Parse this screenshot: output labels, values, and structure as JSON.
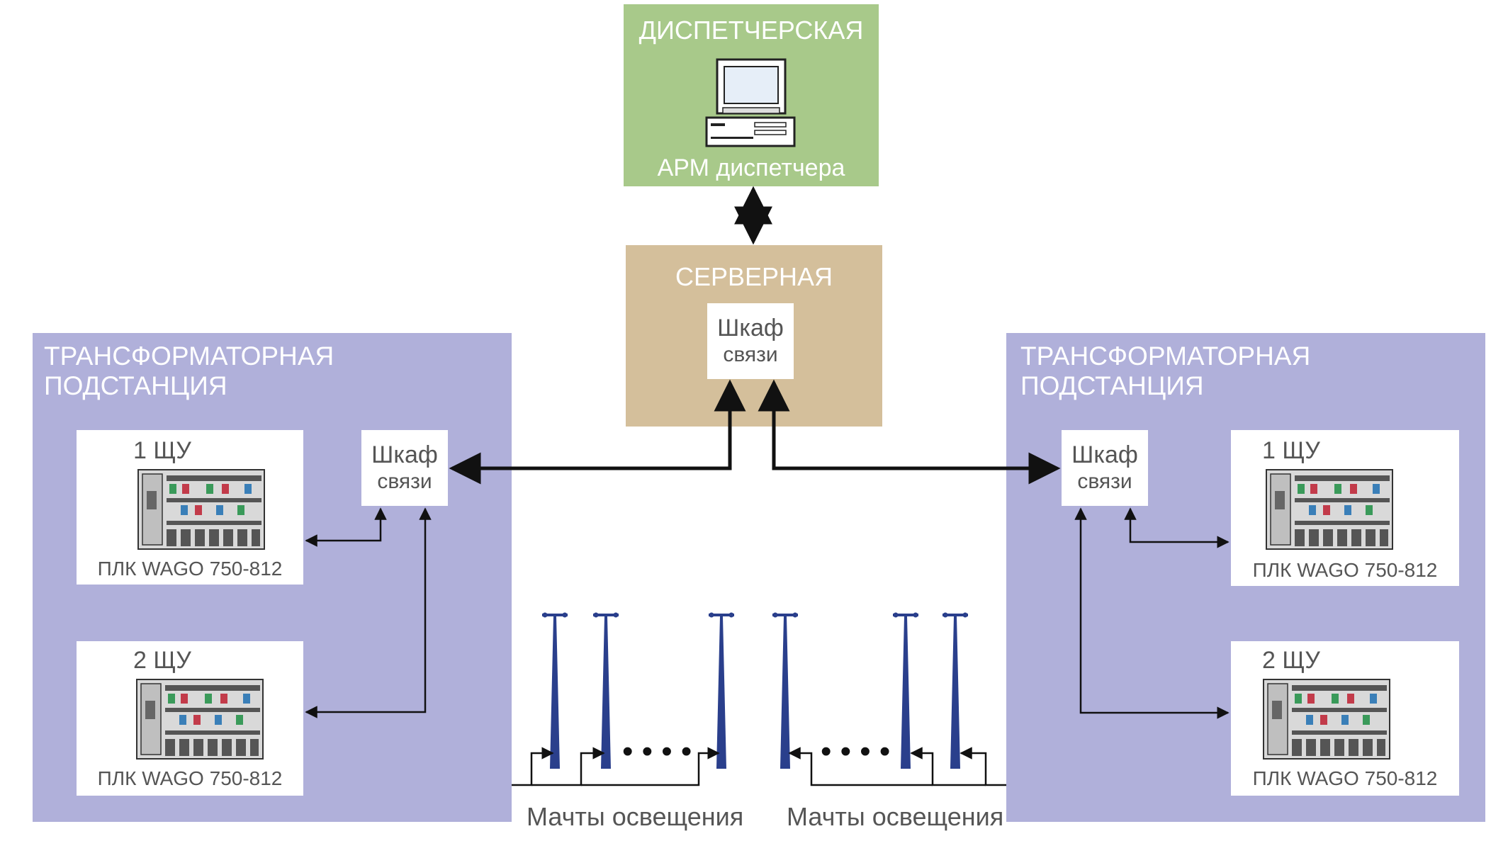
{
  "colors": {
    "dispatch_bg": "#a8c98a",
    "server_bg": "#d4bf9b",
    "substation_bg": "#b0b0da",
    "pole_blue": "#2a3f8c",
    "line": "#111111"
  },
  "dispatch": {
    "title": "ДИСПЕТЧЕРСКАЯ",
    "workstation_label": "АРМ диспетчера",
    "icon": "computer-icon"
  },
  "server": {
    "title": "СЕРВЕРНАЯ",
    "cabinet_line1": "Шкаф",
    "cabinet_line2": "связи"
  },
  "substation_left": {
    "title_line1": "ТРАНСФОРМАТОРНАЯ",
    "title_line2": "ПОДСТАНЦИЯ",
    "cabinet_line1": "Шкаф",
    "cabinet_line2": "связи",
    "panels": [
      {
        "name": "1 ЩУ",
        "plc": "ПЛК WAGO 750-812"
      },
      {
        "name": "2 ЩУ",
        "plc": "ПЛК WAGO 750-812"
      }
    ]
  },
  "substation_right": {
    "title_line1": "ТРАНСФОРМАТОРНАЯ",
    "title_line2": "ПОДСТАНЦИЯ",
    "cabinet_line1": "Шкаф",
    "cabinet_line2": "связи",
    "panels": [
      {
        "name": "1 ЩУ",
        "plc": "ПЛК WAGO 750-812"
      },
      {
        "name": "2 ЩУ",
        "plc": "ПЛК WAGO 750-812"
      }
    ]
  },
  "poles": {
    "left_label": "Мачты освещения",
    "right_label": "Мачты освещения",
    "ellipsis": "• • • •"
  }
}
